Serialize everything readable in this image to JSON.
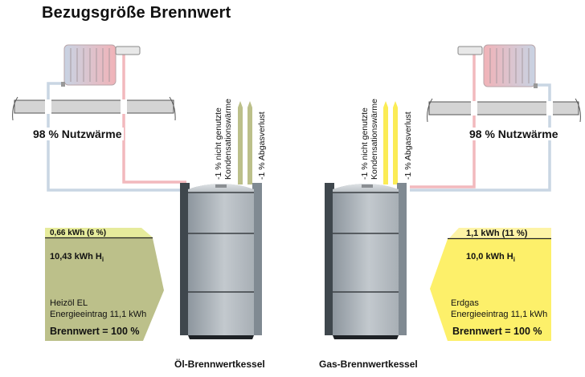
{
  "title": "Bezugsgröße Brennwert",
  "colors": {
    "oil_arrow": "#bcc08a",
    "oil_loss_band": "#e6eb9c",
    "gas_arrow": "#fdf06a",
    "gas_loss_band": "#fdf3a6",
    "flow_pipe": "#f2b9bd",
    "return_pipe": "#c9d6e3",
    "floor": "#d4d4d4"
  },
  "left": {
    "useful_heat": "98 % Nutzwärme",
    "loss_condensation": [
      "-1 % nicht genutzte",
      "Kondensationswärme"
    ],
    "loss_flue": "-1 % Abgasverlust",
    "boiler_label": "Öl-Brennwertkessel",
    "loss_value": "0,66 kWh (6 %)",
    "hi_value": "10,43 kWh H",
    "hi_sub": "i",
    "fuel": "Heizöl EL",
    "energy_input": "Energieeintrag 11,1 kWh",
    "reference": "Brennwert = 100 %"
  },
  "right": {
    "useful_heat": "98 % Nutzwärme",
    "loss_condensation": [
      "-1 % nicht genutzte",
      "Kondensationswärme"
    ],
    "loss_flue": "-1 % Abgasverlust",
    "boiler_label": "Gas-Brennwertkessel",
    "loss_value": "1,1 kWh (11 %)",
    "hi_value": "10,0 kWh H",
    "hi_sub": "i",
    "fuel": "Erdgas",
    "energy_input": "Energieeintrag 11,1 kWh",
    "reference": "Brennwert = 100 %"
  }
}
